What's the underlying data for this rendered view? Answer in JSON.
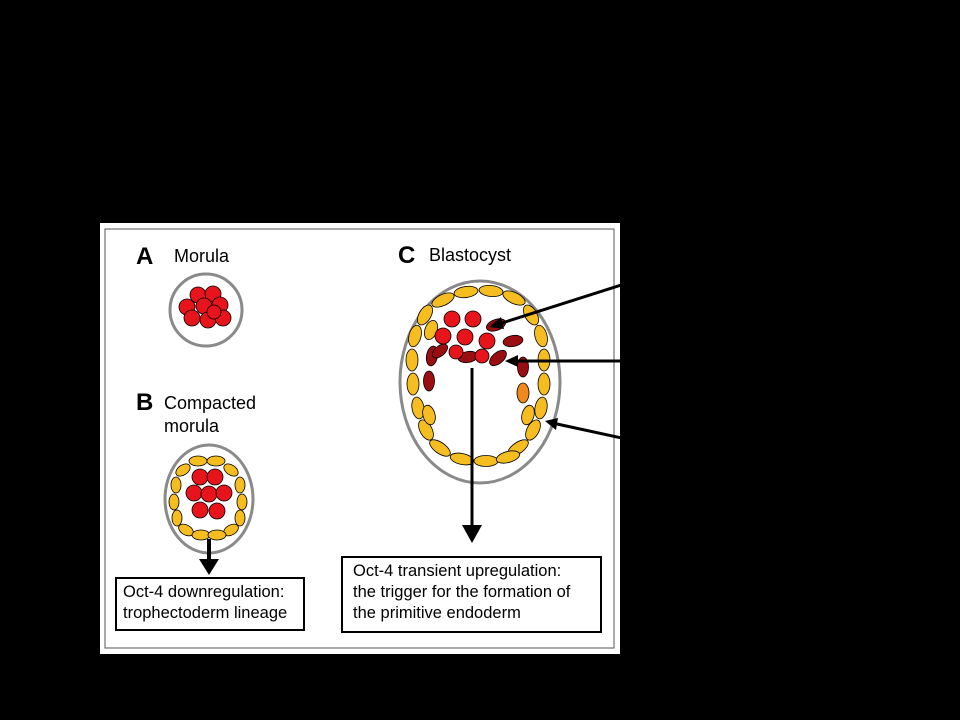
{
  "panel_a": {
    "letter": "A",
    "title": "Morula"
  },
  "panel_b": {
    "letter": "B",
    "title_line1": "Compacted",
    "title_line2": "morula"
  },
  "panel_c": {
    "letter": "C",
    "title": "Blastocyst"
  },
  "note_b": {
    "line1": "Oct-4 downregulation:",
    "line2": "trophectoderm lineage"
  },
  "note_c": {
    "line1": "Oct-4 transient upregulation:",
    "line2": "the trigger for the formation of",
    "line3": "the primitive endoderm"
  },
  "colors": {
    "inner_cell": "#e8141b",
    "dark_cell": "#9a0e12",
    "trophectoderm": "#f5bd1f",
    "orange_cell": "#f08a1c",
    "zona": "#8a8a8a",
    "background": "#000000",
    "panel": "#ffffff"
  }
}
